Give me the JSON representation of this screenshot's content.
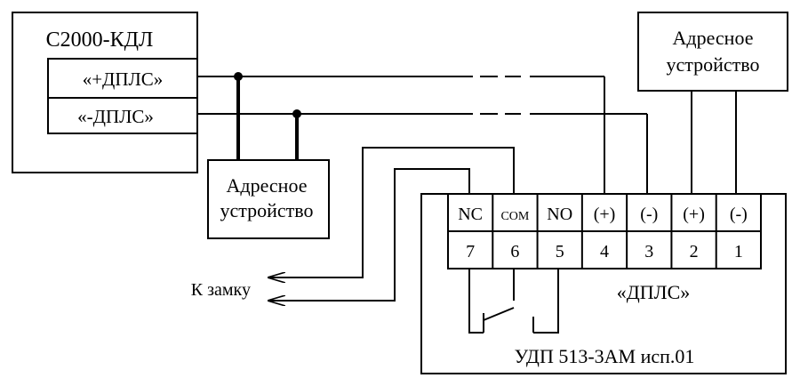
{
  "controller": {
    "title": "С2000-КДЛ",
    "terminals": [
      "«+ДПЛС»",
      "«-ДПЛС»"
    ]
  },
  "address_device_top": {
    "line1": "Адресное",
    "line2": "устройство"
  },
  "address_device_mid": {
    "line1": "Адресное",
    "line2": "устройство"
  },
  "lock_label": "К замку",
  "udp": {
    "title": "УДП 513-3АМ исп.01",
    "bus_label": "«ДПЛС»",
    "terminals": [
      {
        "name": "NC",
        "number": "7"
      },
      {
        "name": "COM",
        "number": "6"
      },
      {
        "name": "NO",
        "number": "5"
      },
      {
        "name": "(+)",
        "number": "4"
      },
      {
        "name": "(-)",
        "number": "3"
      },
      {
        "name": "(+)",
        "number": "2"
      },
      {
        "name": "(-)",
        "number": "1"
      }
    ]
  },
  "colors": {
    "line": "#000000",
    "background": "#ffffff"
  }
}
